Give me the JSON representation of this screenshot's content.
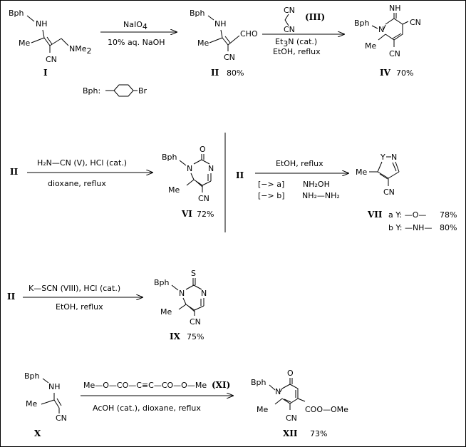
{
  "scheme": {
    "bph": "Bph",
    "nh": "NH",
    "n": "N",
    "cn": "CN",
    "me": "Me",
    "cho": "CHO",
    "nh_imine": "NH",
    "o": "O",
    "s": "S",
    "y": "Y",
    "nme": "NMe",
    "nme_sub": "2",
    "bph_def": "Bph:",
    "br": "Br",
    "r1": {
      "reagent_above": "NaIO",
      "reagent_above_sub": "4",
      "reagent_below": "10% aq. NaOH",
      "cpd_I": "I",
      "cpd_II": "II",
      "yield_II": "80%"
    },
    "r2": {
      "cpd_III": "(III)",
      "et3n_et": "Et",
      "et3n_sub": "3",
      "et3n_rest": "N (cat.)",
      "cond": "EtOH, reflux",
      "cpd_IV": "IV",
      "yield_IV": "70%"
    },
    "r3": {
      "start": "II",
      "reagent": "H₂N—CN (V), HCl (cat.)",
      "cond": "dioxane, reflux",
      "cpd_VI": "VI",
      "yield_VI": "72%"
    },
    "r4": {
      "start": "II",
      "cond": "EtOH, reflux",
      "a_tag": "[−> a]",
      "a_reagent": "NH₂OH",
      "b_tag": "[−> b]",
      "b_reagent": "NH₂—NH₂",
      "cpd_VII": "VII",
      "a_label": "a Y: —O—",
      "a_yield": "78%",
      "b_label": "b Y: —NH—",
      "b_yield": "80%"
    },
    "r5": {
      "start": "II",
      "reagent": "K—SCN (VIII), HCl (cat.)",
      "cond": "EtOH, reflux",
      "cpd_IX": "IX",
      "yield_IX": "75%"
    },
    "r6": {
      "reagent": "Me—O—CO—C≡C—CO—O—Me",
      "cpd_XI": "(XI)",
      "cond": "AcOH (cat.), dioxane, reflux",
      "cpd_X": "X",
      "ester": "COO—OMe",
      "cpd_XII": "XII",
      "yield_XII": "73%"
    }
  }
}
